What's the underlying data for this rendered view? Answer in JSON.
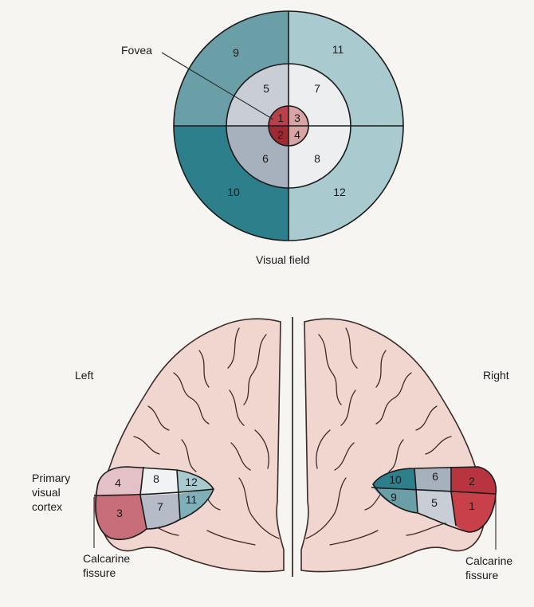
{
  "visual_field": {
    "title": "Visual field",
    "fovea_label": "Fovea",
    "regions": [
      "1",
      "2",
      "3",
      "4",
      "5",
      "6",
      "7",
      "8",
      "9",
      "10",
      "11",
      "12"
    ]
  },
  "brain": {
    "left_label": "Left",
    "right_label": "Right",
    "primary_cortex_label_lines": [
      "Primary",
      "visual",
      "cortex"
    ],
    "calcarine_label_lines": [
      "Calcarine",
      "fissure"
    ]
  },
  "colors": {
    "outer_upper_left": "#6a9fa8",
    "outer_lower_left": "#2e7f8c",
    "outer_right": "#a9cbd0",
    "mid_upper_left": "#c9ced6",
    "mid_lower_left": "#a7b0bd",
    "mid_right": "#eceef0",
    "fovea_1": "#b8404a",
    "fovea_2": "#9e2a33",
    "fovea_34": "#d9a4a4",
    "brain_skin": "#f1d6cf"
  }
}
